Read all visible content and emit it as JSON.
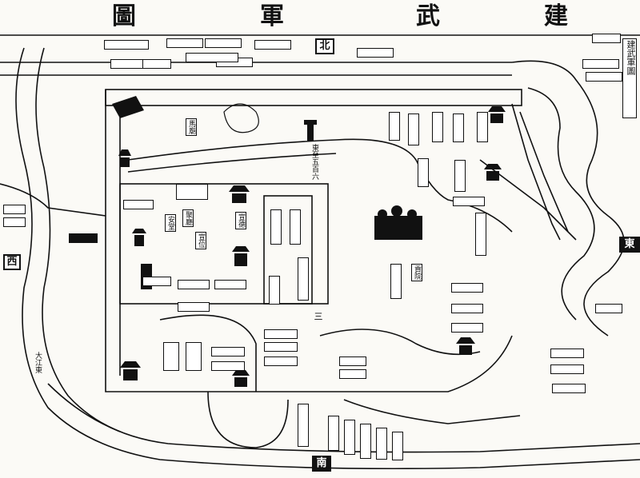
{
  "map": {
    "title_chars": [
      "建",
      "武",
      "軍",
      "圖"
    ],
    "side_title": "建武軍圖",
    "directions": {
      "north": "北",
      "south": "南",
      "west": "西",
      "east": "東"
    },
    "labels": {
      "distance_note": "東至五百六",
      "temple": "馬廟",
      "hall_a": "安堂",
      "hall_b": "聚廳",
      "seat": "宣位",
      "place_a": "宣德",
      "place_b": "貢院",
      "marker_three": "三",
      "river": "大江東"
    }
  }
}
